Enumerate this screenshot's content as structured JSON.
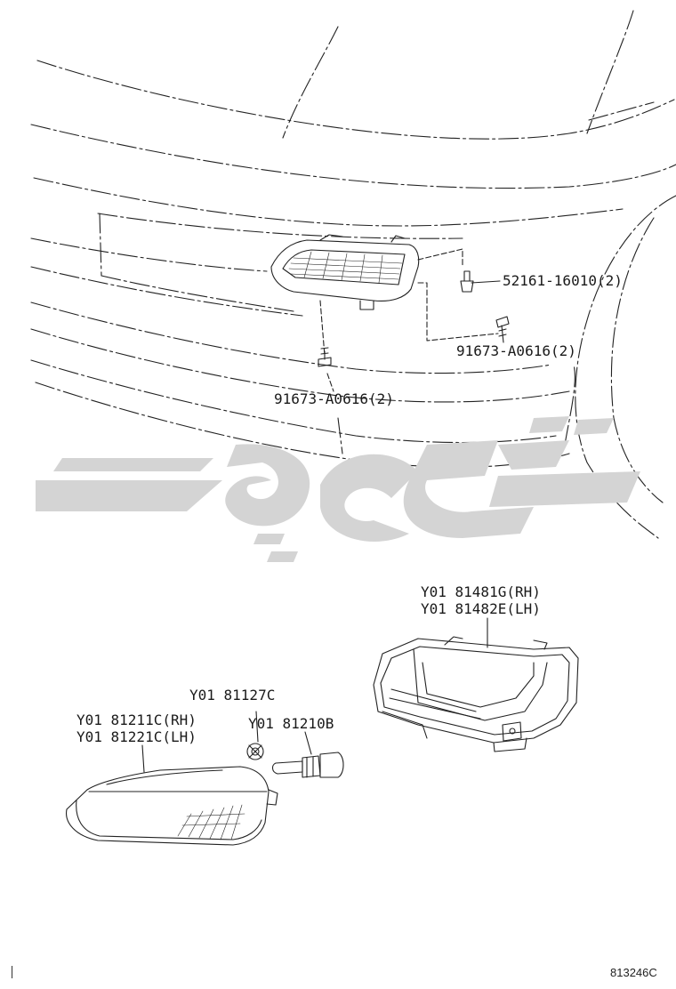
{
  "parts": {
    "clip_52161": "52161-16010(2)",
    "screw_right": "91673-A0616(2)",
    "screw_lower": "91673-A0616(2)",
    "lens_housing_rh": "Y01 81481G(RH)",
    "lens_housing_lh": "Y01 81482E(LH)",
    "socket": "Y01 81127C",
    "lamp_rh": "Y01 81211C(RH)",
    "lamp_lh": "Y01 81221C(LH)",
    "bulb": "Y01 81210B"
  },
  "watermark": {
    "text": "تویوپارت",
    "color": "#d2d2d2"
  },
  "figure_code": "813246C",
  "colors": {
    "line": "#222222",
    "watermark": "#d2d2d2"
  }
}
